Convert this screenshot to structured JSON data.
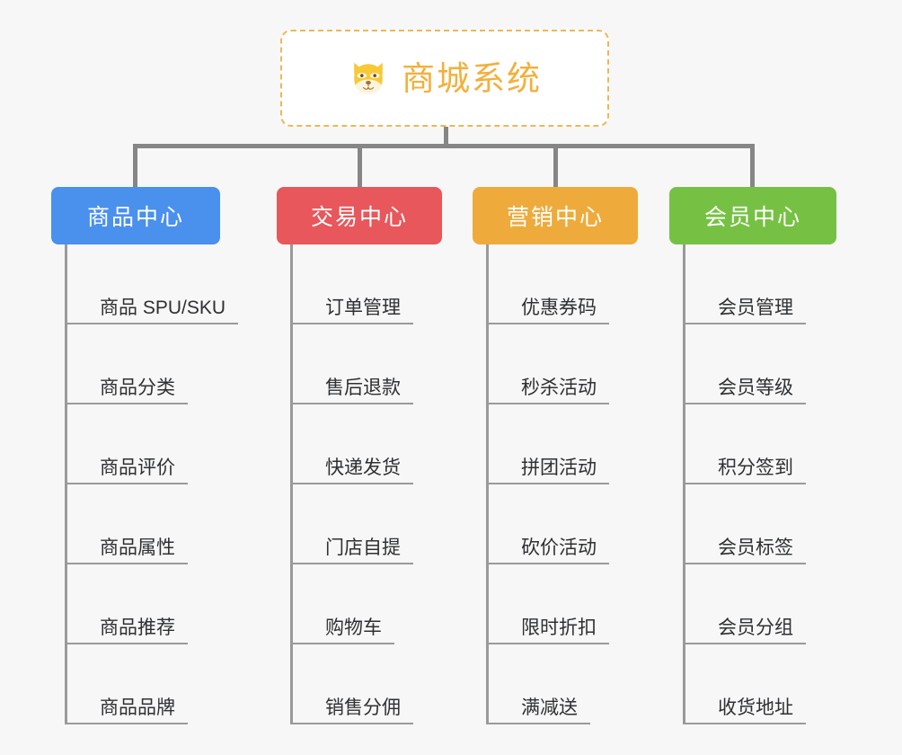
{
  "root": {
    "title": "商城系统",
    "icon": "shiba-dog-icon",
    "border_color": "#f0b755",
    "text_color": "#f2b03c"
  },
  "branches": [
    {
      "id": "product-center",
      "label": "商品中心",
      "color": "#4a90ed",
      "items": [
        "商品 SPU/SKU",
        "商品分类",
        "商品评价",
        "商品属性",
        "商品推荐",
        "商品品牌"
      ]
    },
    {
      "id": "trade-center",
      "label": "交易中心",
      "color": "#e8575b",
      "items": [
        "订单管理",
        "售后退款",
        "快递发货",
        "门店自提",
        "购物车",
        "销售分佣"
      ]
    },
    {
      "id": "marketing-center",
      "label": "营销中心",
      "color": "#eeab3c",
      "items": [
        "优惠券码",
        "秒杀活动",
        "拼团活动",
        "砍价活动",
        "限时折扣",
        "满减送"
      ]
    },
    {
      "id": "member-center",
      "label": "会员中心",
      "color": "#76c144",
      "items": [
        "会员管理",
        "会员等级",
        "积分签到",
        "会员标签",
        "会员分组",
        "收货地址"
      ]
    }
  ],
  "connector_color": "#868686",
  "background_color": "#f7f7f7"
}
